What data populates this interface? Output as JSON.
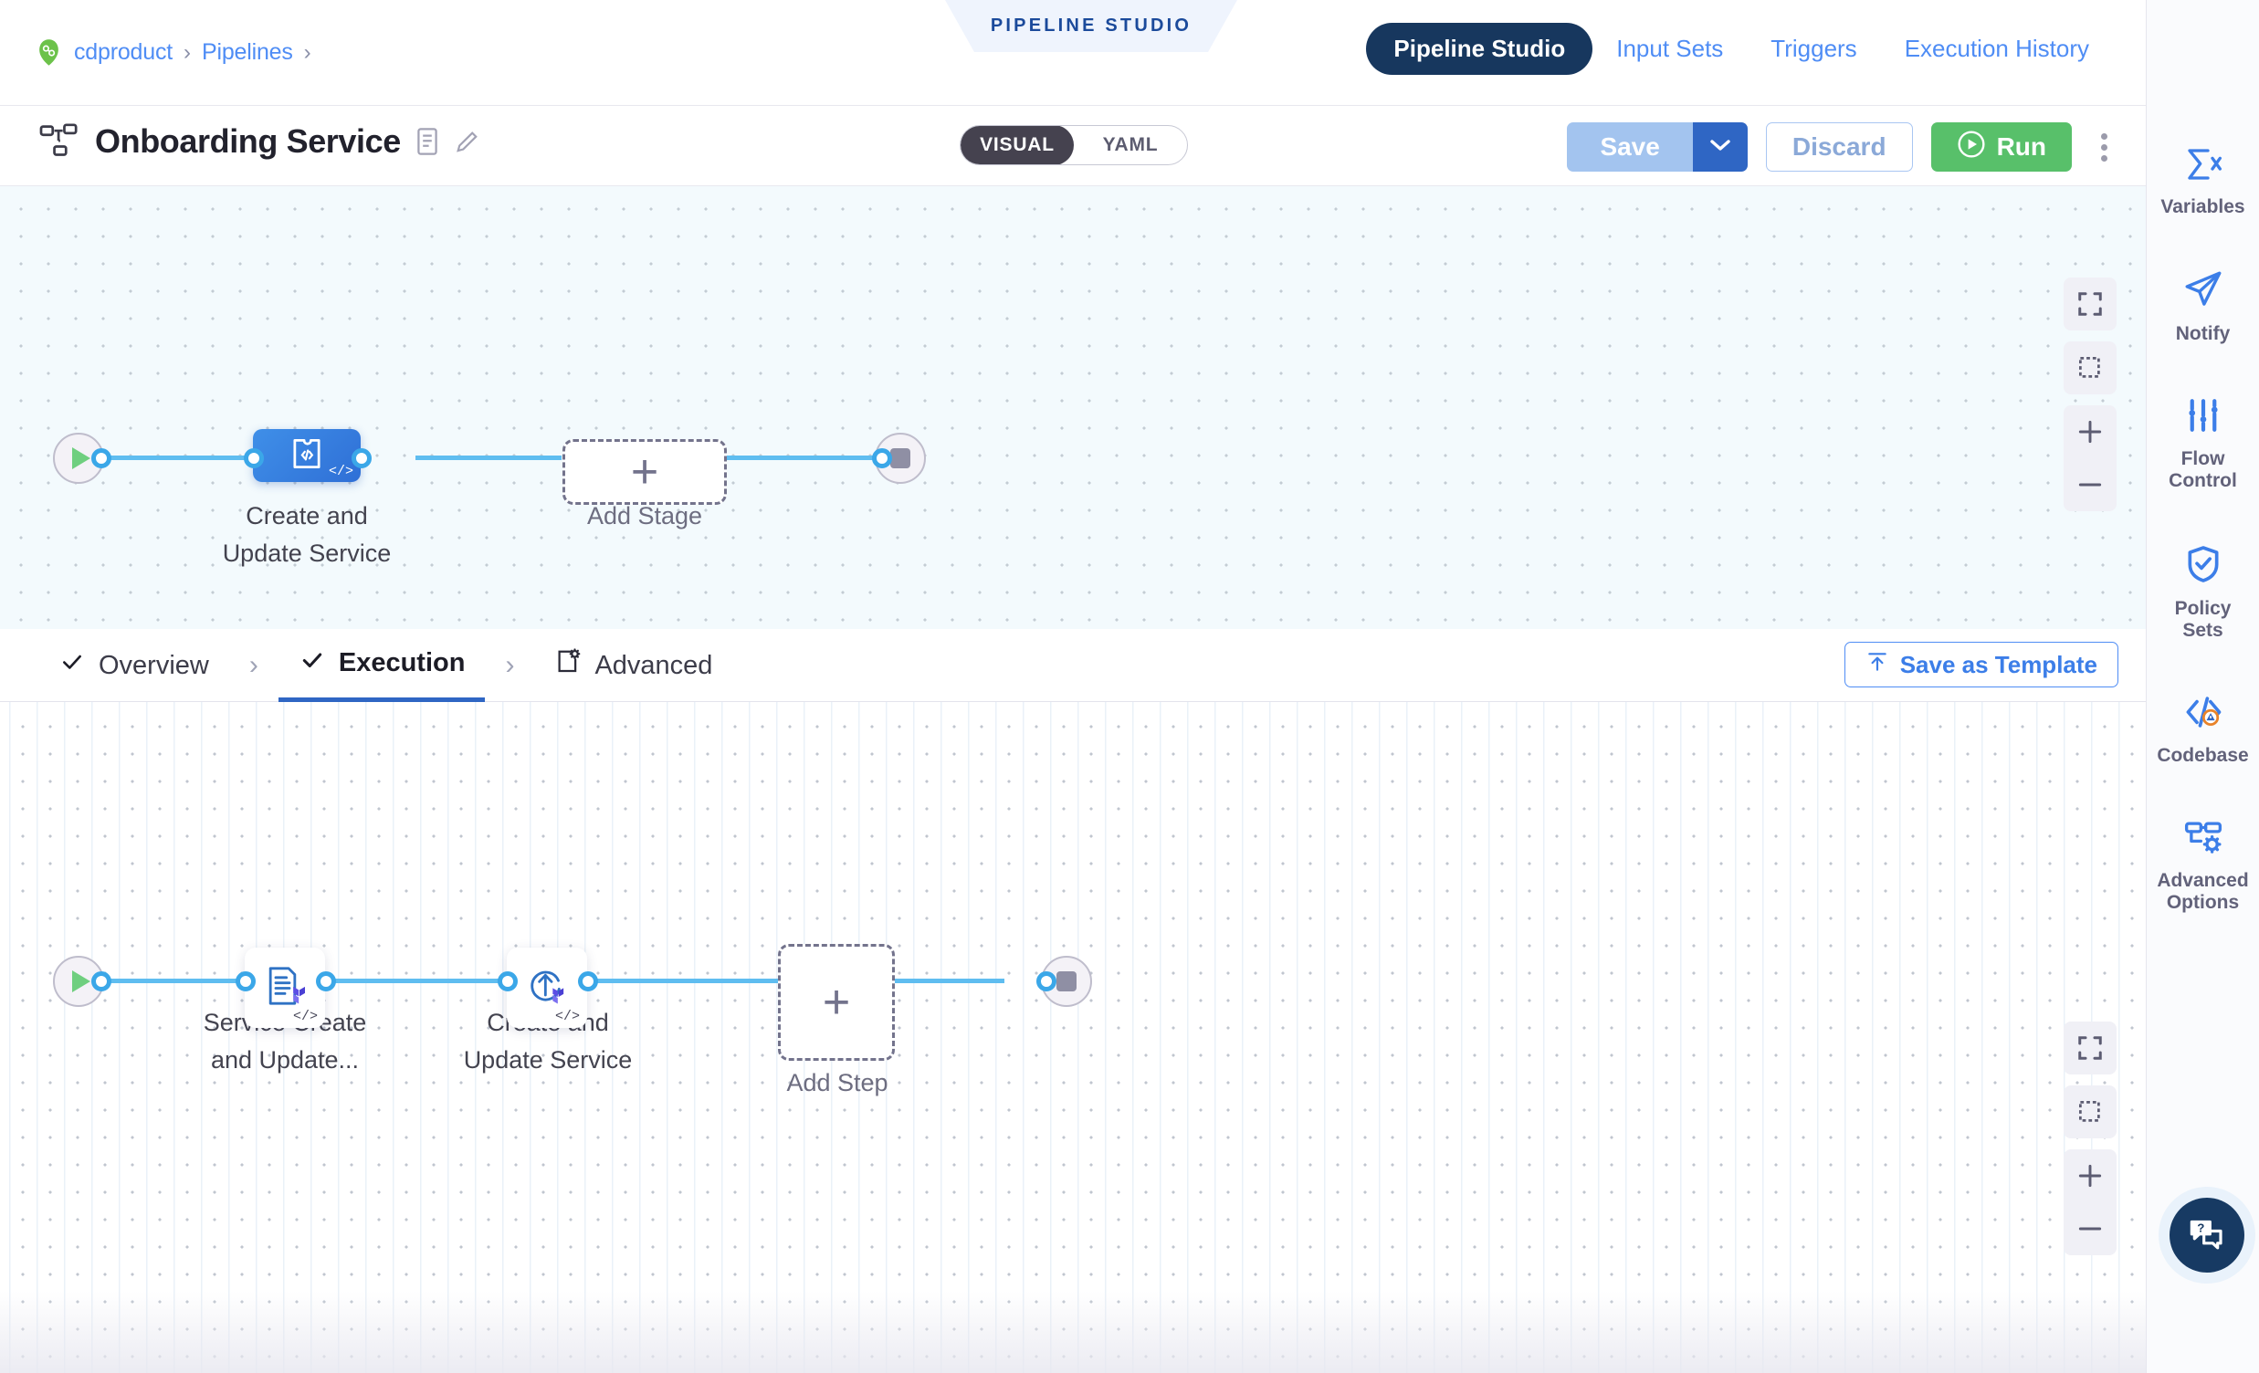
{
  "breadcrumb": {
    "logo_icon": "harness-logo-icon",
    "items": [
      "cdproduct",
      "Pipelines"
    ],
    "separator": "›"
  },
  "studio_tag": {
    "label": "PIPELINE STUDIO"
  },
  "topnav": {
    "items": [
      {
        "label": "Pipeline Studio",
        "active": true
      },
      {
        "label": "Input Sets",
        "active": false
      },
      {
        "label": "Triggers",
        "active": false
      },
      {
        "label": "Execution History",
        "active": false
      }
    ]
  },
  "header": {
    "pipeline_icon": "pipeline-graph-icon",
    "title": "Onboarding Service",
    "description_icon": "description-icon",
    "edit_icon": "pencil-icon",
    "toggle": {
      "options": [
        "VISUAL",
        "YAML"
      ],
      "selected": "VISUAL"
    },
    "save_label": "Save",
    "save_caret_icon": "chevron-down-icon",
    "discard_label": "Discard",
    "run_label": "Run",
    "run_icon": "play-circle-icon",
    "more_icon": "kebab-menu-icon"
  },
  "stage_canvas": {
    "start_icon": "play-icon",
    "end_icon": "stop-icon",
    "stage": {
      "label": "Create and\nUpdate Service",
      "label_line1": "Create and",
      "label_line2": "Update Service",
      "icon": "custom-stage-icon",
      "badge": "</>"
    },
    "add_stage": {
      "label": "Add Stage",
      "icon": "plus-icon"
    },
    "controls": [
      {
        "name": "fit-to-screen",
        "icon": "fit-screen-icon"
      },
      {
        "name": "selection-box",
        "icon": "selection-box-icon"
      },
      {
        "name": "zoom-in",
        "icon": "plus-icon"
      },
      {
        "name": "zoom-out",
        "icon": "minus-icon"
      }
    ]
  },
  "tabs": {
    "items": [
      {
        "label": "Overview",
        "icon": "check-icon",
        "active": false
      },
      {
        "label": "Execution",
        "icon": "check-icon",
        "active": true
      },
      {
        "label": "Advanced",
        "icon": "advanced-config-icon",
        "active": false
      }
    ],
    "separator": "›",
    "save_as_template": {
      "label": "Save as Template",
      "icon": "upload-template-icon"
    }
  },
  "execution_canvas": {
    "start_icon": "play-icon",
    "end_icon": "stop-icon",
    "steps": [
      {
        "label_line1": "Service Create",
        "label_line2": "and Update...",
        "icon": "terraform-plan-icon",
        "badge": "</>"
      },
      {
        "label_line1": "Create and",
        "label_line2": "Update Service",
        "icon": "terraform-apply-icon",
        "badge": "</>"
      }
    ],
    "add_step": {
      "label": "Add Step",
      "icon": "plus-icon"
    },
    "controls": [
      {
        "name": "fit-to-screen",
        "icon": "fit-screen-icon"
      },
      {
        "name": "selection-box",
        "icon": "selection-box-icon"
      },
      {
        "name": "zoom-in",
        "icon": "plus-icon"
      },
      {
        "name": "zoom-out",
        "icon": "minus-icon"
      }
    ]
  },
  "right_rail": {
    "items": [
      {
        "label": "Variables",
        "icon": "sigma-variables-icon",
        "warning": false
      },
      {
        "label": "Notify",
        "icon": "paper-plane-icon",
        "warning": false
      },
      {
        "label": "Flow Control",
        "label_line1": "Flow",
        "label_line2": "Control",
        "icon": "sliders-icon",
        "warning": false
      },
      {
        "label": "Policy Sets",
        "label_line1": "Policy",
        "label_line2": "Sets",
        "icon": "shield-check-icon",
        "warning": false
      },
      {
        "label": "Codebase",
        "icon": "codebase-icon",
        "warning": true
      },
      {
        "label": "Advanced Options",
        "label_line1": "Advanced",
        "label_line2": "Options",
        "icon": "advanced-options-icon",
        "warning": false
      }
    ],
    "help_fab": {
      "icon": "help-chat-icon"
    }
  },
  "colors": {
    "accent_blue": "#2f66c4",
    "link_blue": "#4f8df5",
    "nav_active_bg": "#17375e",
    "run_green": "#58c06a",
    "edge_blue": "#5fbdf0",
    "stage_blue": "#3f8fe8",
    "canvas_top_bg": "#f3fafd",
    "warning_orange": "#e8832a",
    "terraform_purple": "#5c4ee5"
  }
}
